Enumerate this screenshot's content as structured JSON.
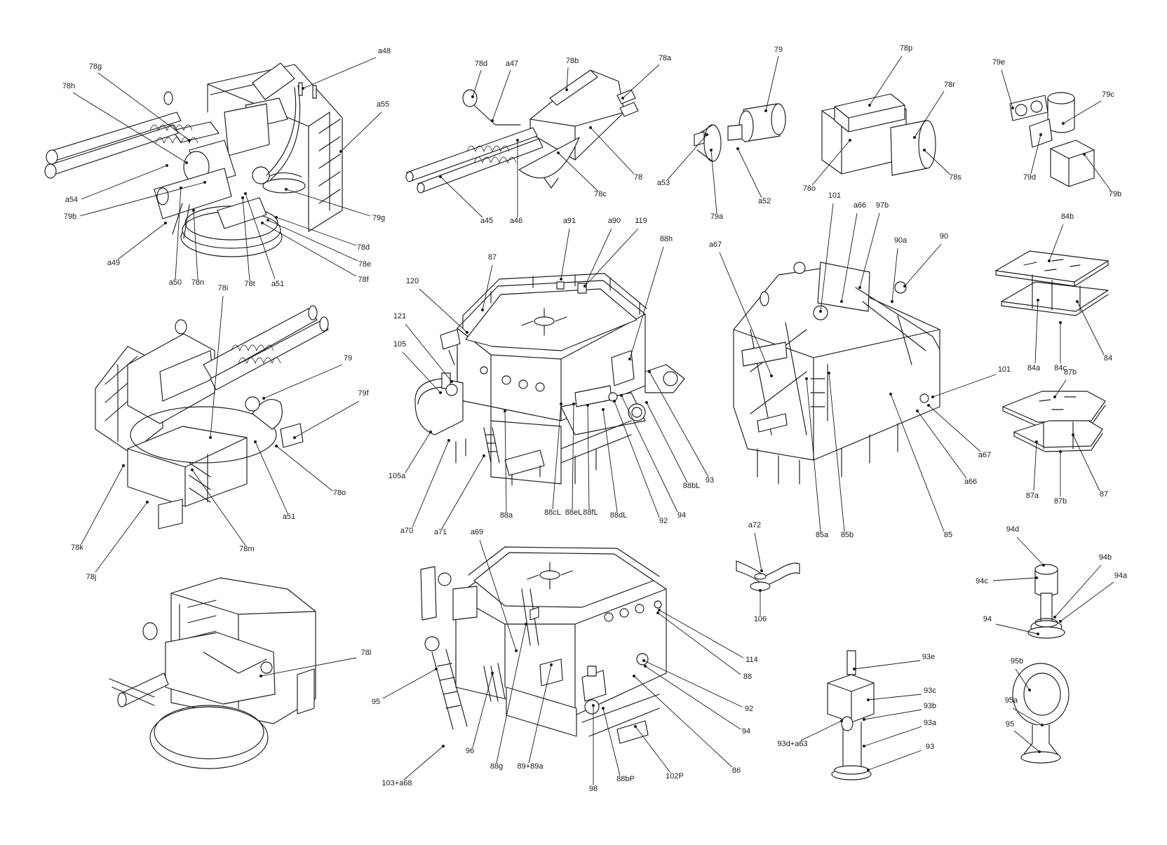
{
  "labels": [
    [
      "78g",
      "78h",
      "a54",
      "79b",
      "a49",
      "a50",
      "78n",
      "78t",
      "a51",
      "78f",
      "78e",
      "78d",
      "79g",
      "a55",
      "a48"
    ],
    [
      "78d",
      "a47",
      "78b",
      "78a",
      "78",
      "78c",
      "a46",
      "a45"
    ],
    [
      "79",
      "a53",
      "79a",
      "a52"
    ],
    [
      "78p",
      "78r",
      "78o",
      "78s"
    ],
    [
      "79e",
      "79c",
      "79d",
      "79b"
    ],
    [
      "78i",
      "79",
      "79f",
      "78o",
      "a51",
      "78m",
      "78k",
      "78j"
    ],
    [
      "78l"
    ],
    [
      "87",
      "120",
      "121",
      "105",
      "105a",
      "a70",
      "a71",
      "88a",
      "88cL",
      "88eL",
      "88fL",
      "88dL",
      "92",
      "94",
      "88bL",
      "93",
      "88h",
      "119",
      "a90",
      "a91"
    ],
    [
      "a69",
      "95",
      "103+a68",
      "96",
      "88g",
      "89+89a",
      "98",
      "88bP",
      "102P",
      "86",
      "94",
      "92",
      "88",
      "114"
    ],
    [
      "a67",
      "101",
      "a66",
      "97b",
      "90a",
      "90",
      "101",
      "a67",
      "a66",
      "85",
      "85b",
      "85a"
    ],
    [
      "84b",
      "84a",
      "84c",
      "84"
    ],
    [
      "87b",
      "87a",
      "87b",
      "87"
    ],
    [
      "a72",
      "106"
    ],
    [
      "93e",
      "93c",
      "93b",
      "93a",
      "93",
      "93d+a63"
    ],
    [
      "94d",
      "94c",
      "94b",
      "94a",
      "94"
    ],
    [
      "95b",
      "95a",
      "95"
    ]
  ]
}
